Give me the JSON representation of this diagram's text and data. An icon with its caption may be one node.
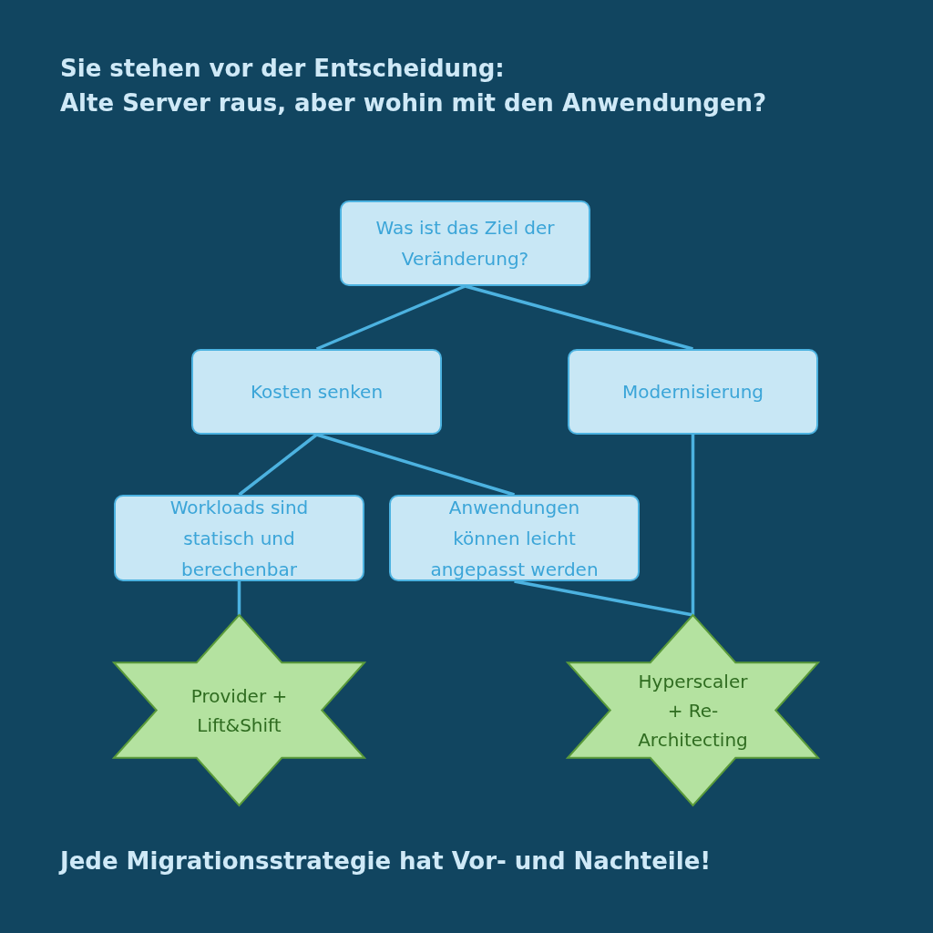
{
  "diagram": {
    "title": "Sie stehen vor der Entscheidung: Alte Server raus, aber wohin mit den Anwendungen?",
    "caption": "Jede Migrationsstrategie hat Vor- und Nachteile!",
    "nodes": [
      {
        "text": [
          "Was ist das Ziel der Veränderung?"
        ]
      },
      {
        "text": [
          "Kosten senken"
        ]
      },
      {
        "text": [
          "Modernisierung"
        ]
      },
      {
        "text": [
          "Workloads sind statisch und berechenbar"
        ]
      },
      {
        "text": [
          "Anwendungen können leicht angepasst werden"
        ]
      },
      {
        "text": [
          "Provider + Lift&Shift"
        ]
      },
      {
        "text": [
          "Hyperscaler + Re-Architecting"
        ]
      }
    ],
    "edges": [
      {
        "from": 0,
        "to": 1,
        "arrow": "none"
      },
      {
        "from": 0,
        "to": 2,
        "arrow": "none"
      },
      {
        "from": 1,
        "to": 3,
        "arrow": "none"
      },
      {
        "from": 1,
        "to": 4,
        "arrow": "none"
      },
      {
        "from": 2,
        "to": 6,
        "arrow": "none"
      },
      {
        "from": 3,
        "to": 5,
        "arrow": "none"
      },
      {
        "from": 4,
        "to": 6,
        "arrow": "none"
      }
    ]
  }
}
